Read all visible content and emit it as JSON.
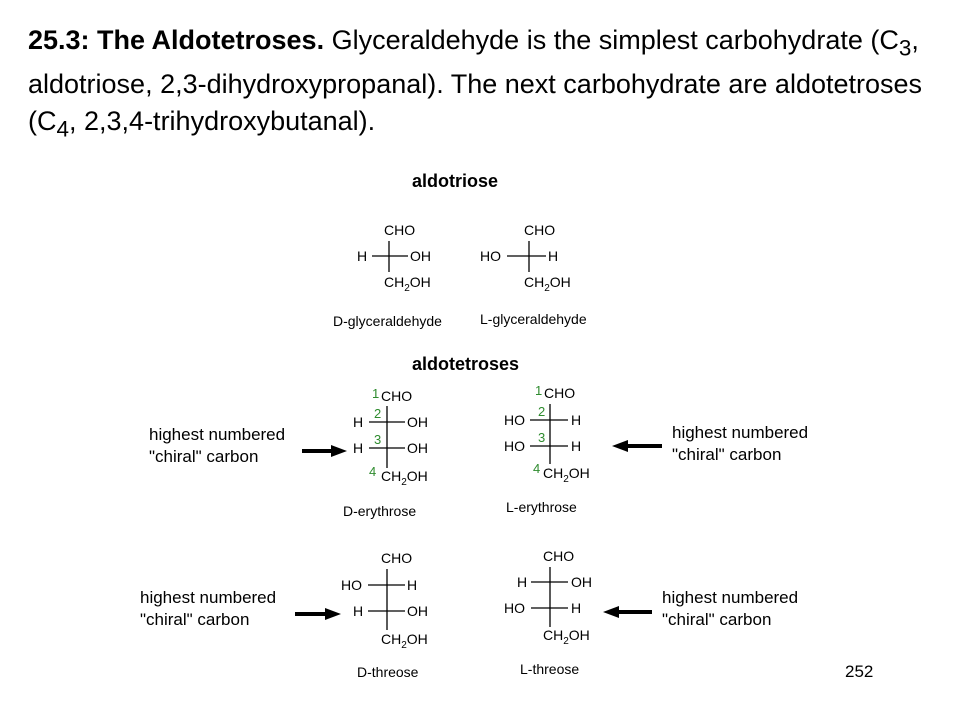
{
  "header": {
    "title": "25.3: The Aldotetroses.",
    "p1": "Glyceraldehyde is the simplest carbohydrate (C",
    "s1": "3",
    "p2": ", aldotriose, 2,3-dihydroxypropanal).  The next carbohydrate are aldotetroses (C",
    "s2": "4",
    "p3": ", 2,3,4-trihydroxybutanal)."
  },
  "sections": {
    "aldotriose": "aldotriose",
    "aldotetroses": "aldotetroses"
  },
  "groups": {
    "cho": "CHO",
    "h": "H",
    "oh": "OH",
    "ho": "HO",
    "ch2oh_ch": "CH",
    "ch2oh_sub": "2",
    "ch2oh_oh": "OH"
  },
  "carbon_numbers": [
    "1",
    "2",
    "3",
    "4"
  ],
  "molecules": {
    "d_glyceraldehyde": "D-glyceraldehyde",
    "l_glyceraldehyde": "L-glyceraldehyde",
    "d_erythrose": "D-erythrose",
    "l_erythrose": "L-erythrose",
    "d_threose": "D-threose",
    "l_threose": "L-threose"
  },
  "annotation": {
    "line1": "highest numbered",
    "line2": "\"chiral\" carbon"
  },
  "colors": {
    "carbon_number": "#2e8b2e",
    "ink": "#000000"
  },
  "page_number": "252"
}
